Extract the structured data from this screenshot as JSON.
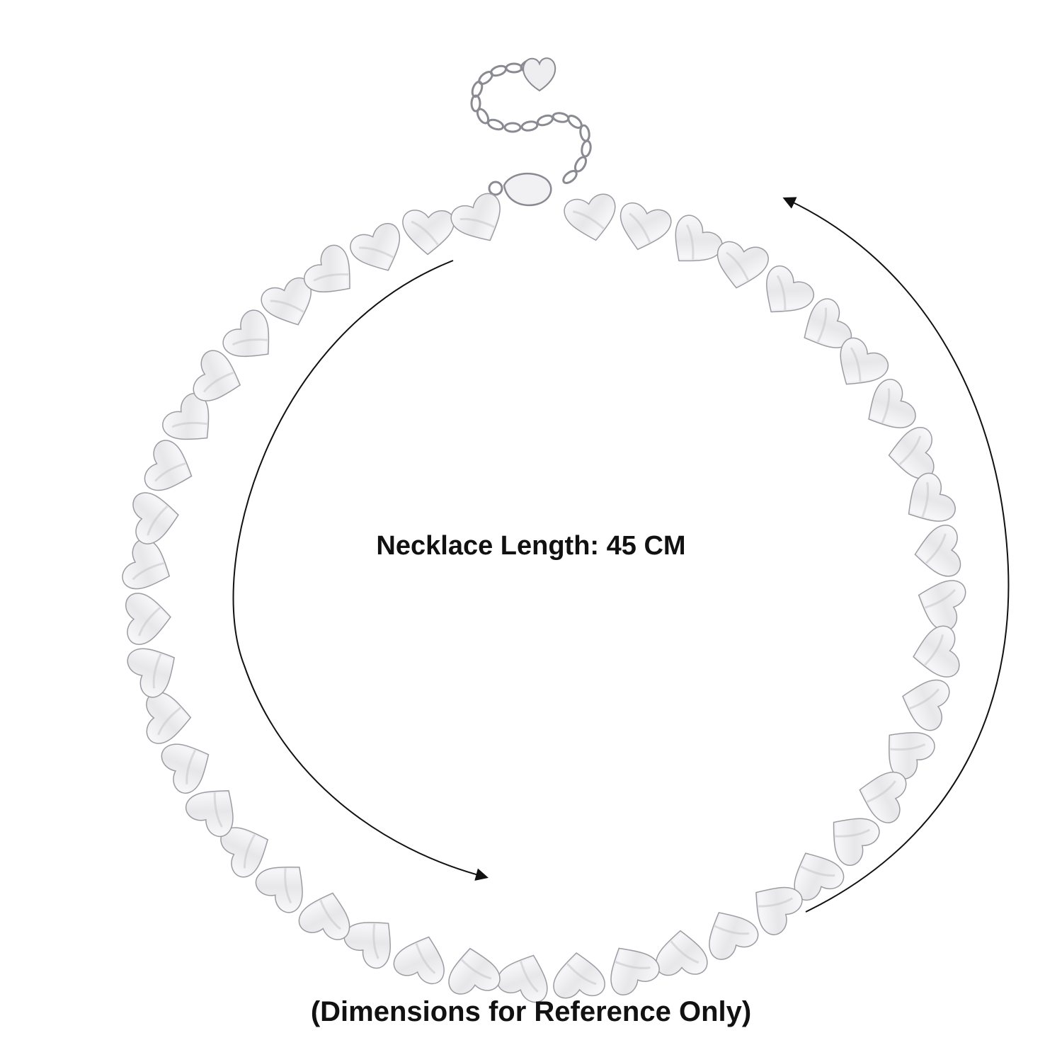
{
  "image": {
    "subject": "heart shell bead necklace",
    "colors": {
      "background": "#ffffff",
      "bead_light": "#f4f4f6",
      "bead_shade": "#c9c9cf",
      "bead_edge": "#9c9ca4",
      "chain": "#8a8a92",
      "arrow": "#111111",
      "text": "#111111"
    }
  },
  "labels": {
    "length": "Necklace Length: 45 CM",
    "disclaimer": "(Dimensions for Reference Only)"
  }
}
